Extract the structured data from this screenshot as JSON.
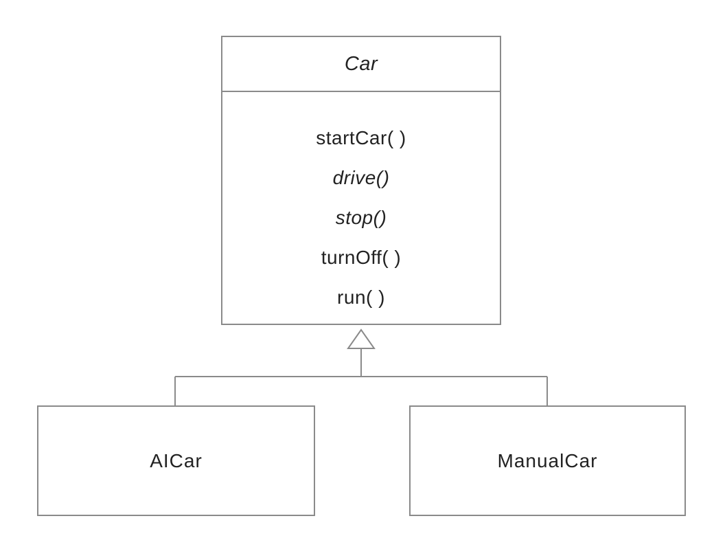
{
  "diagram": {
    "parent": {
      "name": "Car",
      "name_italic": true,
      "methods": [
        {
          "label": "startCar( )",
          "abstract": false
        },
        {
          "label": "drive()",
          "abstract": true
        },
        {
          "label": "stop()",
          "abstract": true
        },
        {
          "label": "turnOff( )",
          "abstract": false
        },
        {
          "label": "run( )",
          "abstract": false
        }
      ]
    },
    "children": [
      {
        "name": "AICar"
      },
      {
        "name": "ManualCar"
      }
    ],
    "relationship": "generalization",
    "colors": {
      "line": "#8a8a8a",
      "text": "#222222",
      "background": "#ffffff"
    }
  }
}
